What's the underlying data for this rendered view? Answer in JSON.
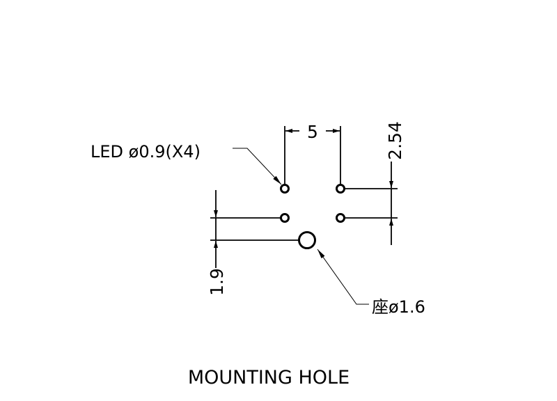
{
  "drawing": {
    "title": "MOUNTING HOLE",
    "led_label": "LED ø0.9(X4)",
    "seat_label": "座ø1.6",
    "dimensions": {
      "horizontal_pitch": "5",
      "vertical_pitch": "2.54",
      "seat_offset": "1.9"
    }
  }
}
